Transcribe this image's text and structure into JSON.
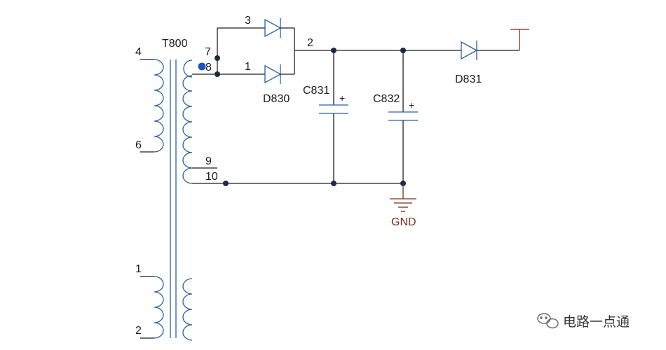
{
  "components": {
    "transformer": {
      "ref": "T800"
    },
    "diode_bridge": {
      "ref": "D830"
    },
    "diode_out": {
      "ref": "D831"
    },
    "cap1": {
      "ref": "C831",
      "polarity": "+"
    },
    "cap2": {
      "ref": "C832",
      "polarity": "+"
    },
    "ground": {
      "label": "GND"
    }
  },
  "pins": {
    "p4": "4",
    "p6": "6",
    "p7": "7",
    "p8": "8",
    "p9": "9",
    "p10": "10",
    "p1": "1",
    "p2": "2",
    "d_in_top": "3",
    "d_in_bot": "1",
    "d_out": "2"
  },
  "watermark": "电路一点通",
  "colors": {
    "wire": "#1f1f1f",
    "coil": "#2a5fa8",
    "ground": "#7b2e1c",
    "phase_dot": "#1d56b8"
  }
}
